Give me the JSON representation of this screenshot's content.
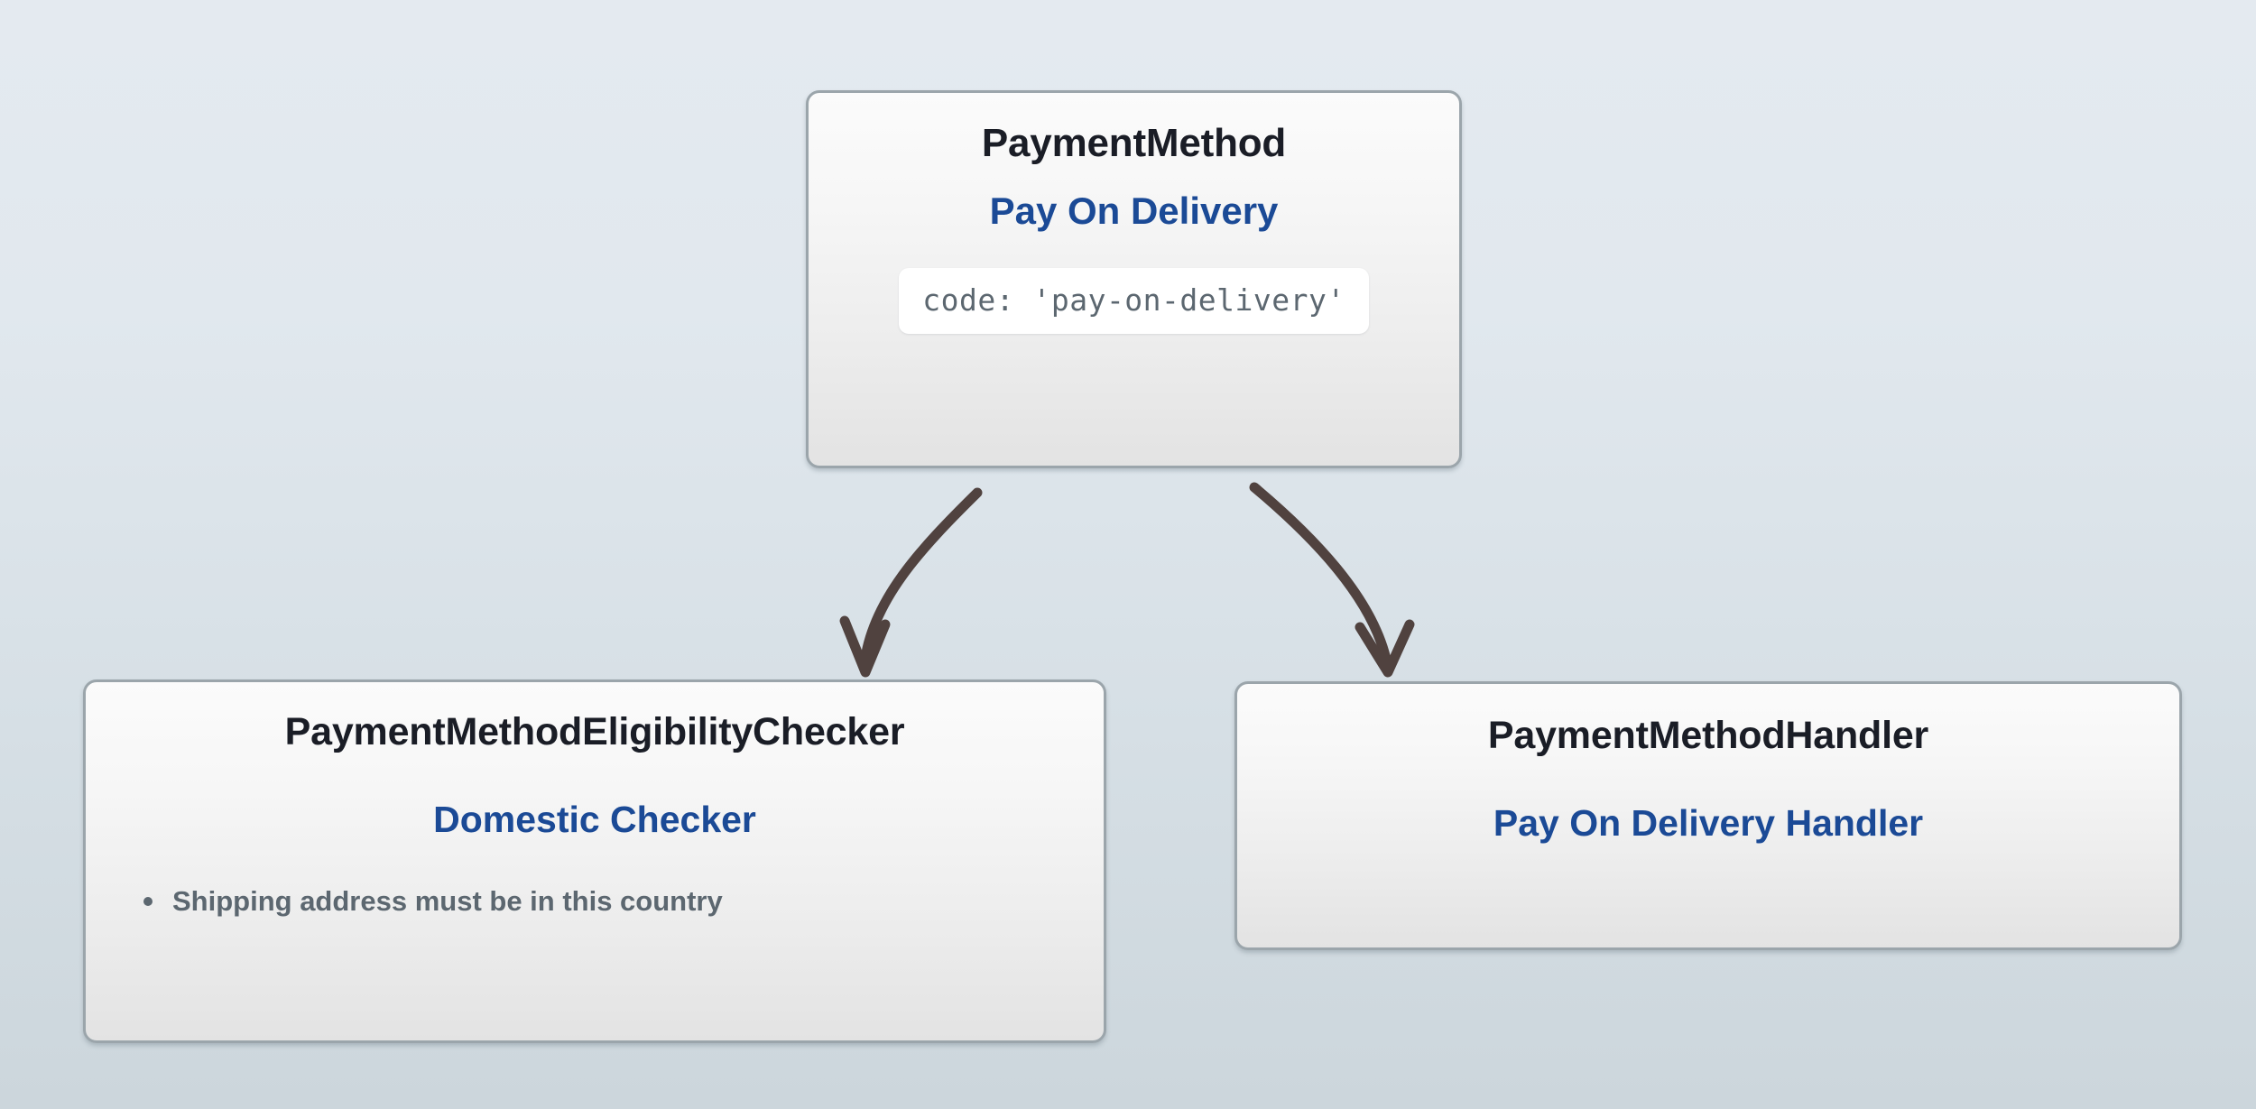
{
  "diagram": {
    "background": {
      "gradient_top": "#e4eaf0",
      "gradient_bottom": "#ccd6dc"
    },
    "colors": {
      "class_name": "#1a1d26",
      "label": "#1b4a96",
      "code_text": "#5c6770",
      "rule_text": "#5c6770",
      "card_border": "#9ba5ab",
      "arrow": "#50423f"
    },
    "nodes": {
      "root": {
        "class_name": "PaymentMethod",
        "label": "Pay On Delivery",
        "code": "code: 'pay-on-delivery'"
      },
      "checker": {
        "class_name": "PaymentMethodEligibilityChecker",
        "label": "Domestic Checker",
        "rules": [
          "Shipping address must be in this country"
        ]
      },
      "handler": {
        "class_name": "PaymentMethodHandler",
        "label": "Pay On Delivery Handler"
      }
    },
    "edges": [
      {
        "name": "root-to-checker",
        "from": "root",
        "to": "checker"
      },
      {
        "name": "root-to-handler",
        "from": "root",
        "to": "handler"
      }
    ]
  }
}
